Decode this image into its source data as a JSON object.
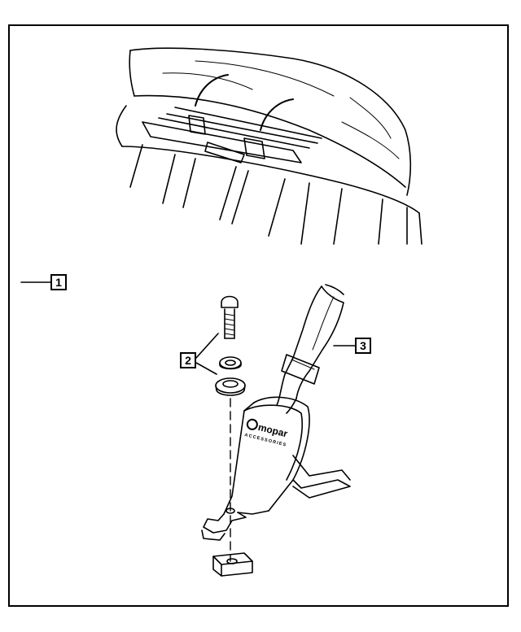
{
  "callouts": {
    "c1": "1",
    "c2": "2",
    "c3": "3"
  },
  "brand": {
    "logo_text": "mopar",
    "sub_text": "ACCESSORIES"
  },
  "icons": [
    "roof-rack-assembly",
    "bolt",
    "washer",
    "grommet",
    "strap-bracket",
    "nut-plate"
  ]
}
